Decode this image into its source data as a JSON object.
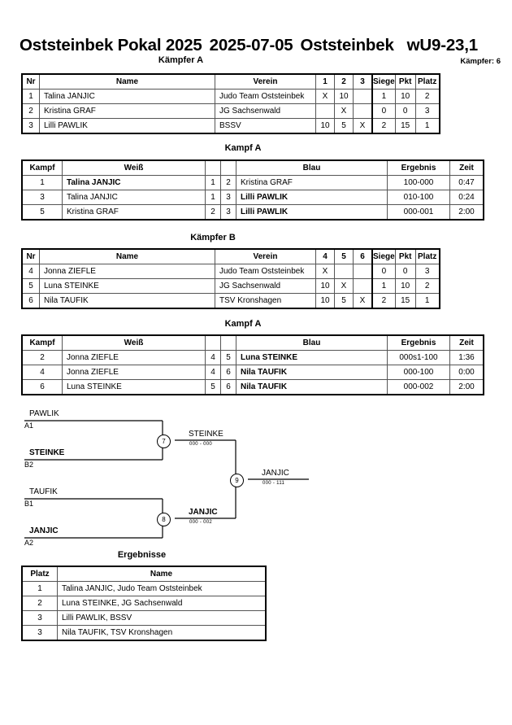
{
  "header": {
    "tournament": "Oststeinbek Pokal 2025",
    "date": "2025-07-05",
    "location": "Oststeinbek",
    "category": "wU9-23,1",
    "pool_caption": "Kämpfer A",
    "fighter_count": "Kämpfer: 6"
  },
  "pool_a": {
    "caption": "Kämpfer A",
    "headers": {
      "nr": "Nr",
      "name": "Name",
      "club": "Verein",
      "m1": "1",
      "m2": "2",
      "m3": "3",
      "wins": "Siege",
      "points": "Pkt",
      "place": "Platz"
    },
    "rows": [
      {
        "nr": "1",
        "name": "Talina JANJIC",
        "club": "Judo Team Oststeinbek",
        "m1": "X",
        "m2": "10",
        "m3": "",
        "wins": "1",
        "points": "10",
        "place": "2"
      },
      {
        "nr": "2",
        "name": "Kristina GRAF",
        "club": "JG Sachsenwald",
        "m1": "",
        "m2": "X",
        "m3": "",
        "wins": "0",
        "points": "0",
        "place": "3"
      },
      {
        "nr": "3",
        "name": "Lilli PAWLIK",
        "club": "BSSV",
        "m1": "10",
        "m2": "5",
        "m3": "X",
        "wins": "2",
        "points": "15",
        "place": "1"
      }
    ]
  },
  "matches_a": {
    "caption": "Kampf A",
    "headers": {
      "kampf": "Kampf",
      "white": "Weiß",
      "blue": "Blau",
      "result": "Ergebnis",
      "time": "Zeit"
    },
    "rows": [
      {
        "kampf": "1",
        "white": "Talina JANJIC",
        "white_nr": "1",
        "blue_nr": "2",
        "blue": "Kristina GRAF",
        "result": "100-000",
        "time": "0:47",
        "winner": "white"
      },
      {
        "kampf": "3",
        "white": "Talina JANJIC",
        "white_nr": "1",
        "blue_nr": "3",
        "blue": "Lilli PAWLIK",
        "result": "010-100",
        "time": "0:24",
        "winner": "blue"
      },
      {
        "kampf": "5",
        "white": "Kristina GRAF",
        "white_nr": "2",
        "blue_nr": "3",
        "blue": "Lilli PAWLIK",
        "result": "000-001",
        "time": "2:00",
        "winner": "blue"
      }
    ]
  },
  "pool_b": {
    "caption": "Kämpfer B",
    "headers": {
      "nr": "Nr",
      "name": "Name",
      "club": "Verein",
      "m1": "4",
      "m2": "5",
      "m3": "6",
      "wins": "Siege",
      "points": "Pkt",
      "place": "Platz"
    },
    "rows": [
      {
        "nr": "4",
        "name": "Jonna ZIEFLE",
        "club": "Judo Team Oststeinbek",
        "m1": "X",
        "m2": "",
        "m3": "",
        "wins": "0",
        "points": "0",
        "place": "3"
      },
      {
        "nr": "5",
        "name": "Luna STEINKE",
        "club": "JG Sachsenwald",
        "m1": "10",
        "m2": "X",
        "m3": "",
        "wins": "1",
        "points": "10",
        "place": "2"
      },
      {
        "nr": "6",
        "name": "Nila TAUFIK",
        "club": "TSV Kronshagen",
        "m1": "10",
        "m2": "5",
        "m3": "X",
        "wins": "2",
        "points": "15",
        "place": "1"
      }
    ]
  },
  "matches_b": {
    "caption": "Kampf A",
    "headers": {
      "kampf": "Kampf",
      "white": "Weiß",
      "blue": "Blau",
      "result": "Ergebnis",
      "time": "Zeit"
    },
    "rows": [
      {
        "kampf": "2",
        "white": "Jonna ZIEFLE",
        "white_nr": "4",
        "blue_nr": "5",
        "blue": "Luna STEINKE",
        "result": "000s1-100",
        "time": "1:36",
        "winner": "blue"
      },
      {
        "kampf": "4",
        "white": "Jonna ZIEFLE",
        "white_nr": "4",
        "blue_nr": "6",
        "blue": "Nila TAUFIK",
        "result": "000-100",
        "time": "0:00",
        "winner": "blue"
      },
      {
        "kampf": "6",
        "white": "Luna STEINKE",
        "white_nr": "5",
        "blue_nr": "6",
        "blue": "Nila TAUFIK",
        "result": "000-002",
        "time": "2:00",
        "winner": "blue"
      }
    ]
  },
  "bracket": {
    "entrants": [
      {
        "name": "PAWLIK",
        "seed": "A1",
        "bold": false
      },
      {
        "name": "STEINKE",
        "seed": "B2",
        "bold": true
      },
      {
        "name": "TAUFIK",
        "seed": "B1",
        "bold": false
      },
      {
        "name": "JANJIC",
        "seed": "A2",
        "bold": true
      }
    ],
    "semifinals": [
      {
        "number": "7",
        "winner": "STEINKE",
        "score": "000 - 000"
      },
      {
        "number": "8",
        "winner": "JANJIC",
        "score": "000 - 002"
      }
    ],
    "final": {
      "number": "9",
      "winner": "JANJIC",
      "score": "000 - 111"
    }
  },
  "results": {
    "caption": "Ergebnisse",
    "headers": {
      "place": "Platz",
      "name": "Name"
    },
    "rows": [
      {
        "place": "1",
        "name": "Talina JANJIC, Judo Team Oststeinbek"
      },
      {
        "place": "2",
        "name": "Luna STEINKE, JG Sachsenwald"
      },
      {
        "place": "3",
        "name": "Lilli PAWLIK, BSSV"
      },
      {
        "place": "3",
        "name": "Nila TAUFIK, TSV Kronshagen"
      }
    ]
  }
}
